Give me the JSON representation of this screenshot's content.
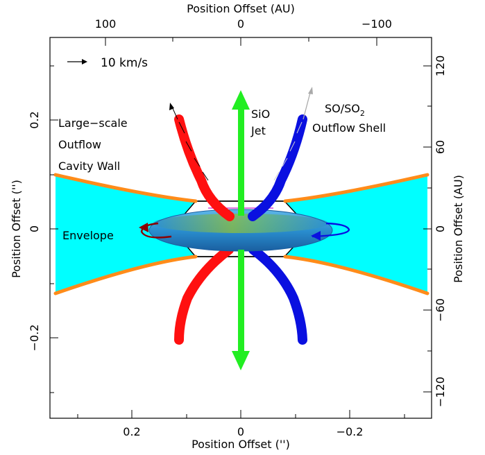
{
  "axes": {
    "top_label": "Position Offset (AU)",
    "bottom_label": "Position Offset ('')",
    "left_label": "Position Offset ('')",
    "right_label": "Position Offset (AU)",
    "top_ticks": [
      "100",
      "0",
      "−100"
    ],
    "bottom_ticks": [
      "0.2",
      "0",
      "−0.2"
    ],
    "left_ticks": [
      "0.2",
      "0",
      "−0.2"
    ],
    "right_ticks": [
      "120",
      "60",
      "0",
      "−60",
      "−120"
    ]
  },
  "legend": {
    "scale_label": "10 km/s"
  },
  "annotations": {
    "outflow_1": "Large−scale",
    "outflow_2": "Outflow",
    "outflow_3": "Cavity Wall",
    "envelope": "Envelope",
    "sio_1": "SiO",
    "sio_2": "Jet",
    "so_main": "SO/SO",
    "so_sub": "2",
    "so_2": "Outflow Shell"
  },
  "colors": {
    "envelope": "#00ffff",
    "cavity_wall": "#ff8c1a",
    "jet": "#22ee22",
    "redshifted": "#ff1010",
    "blueshifted": "#0a10e0",
    "disk": "#2a8fd0",
    "dark_red": "#8b0000",
    "gray_arrow": "#aaaaaa"
  }
}
